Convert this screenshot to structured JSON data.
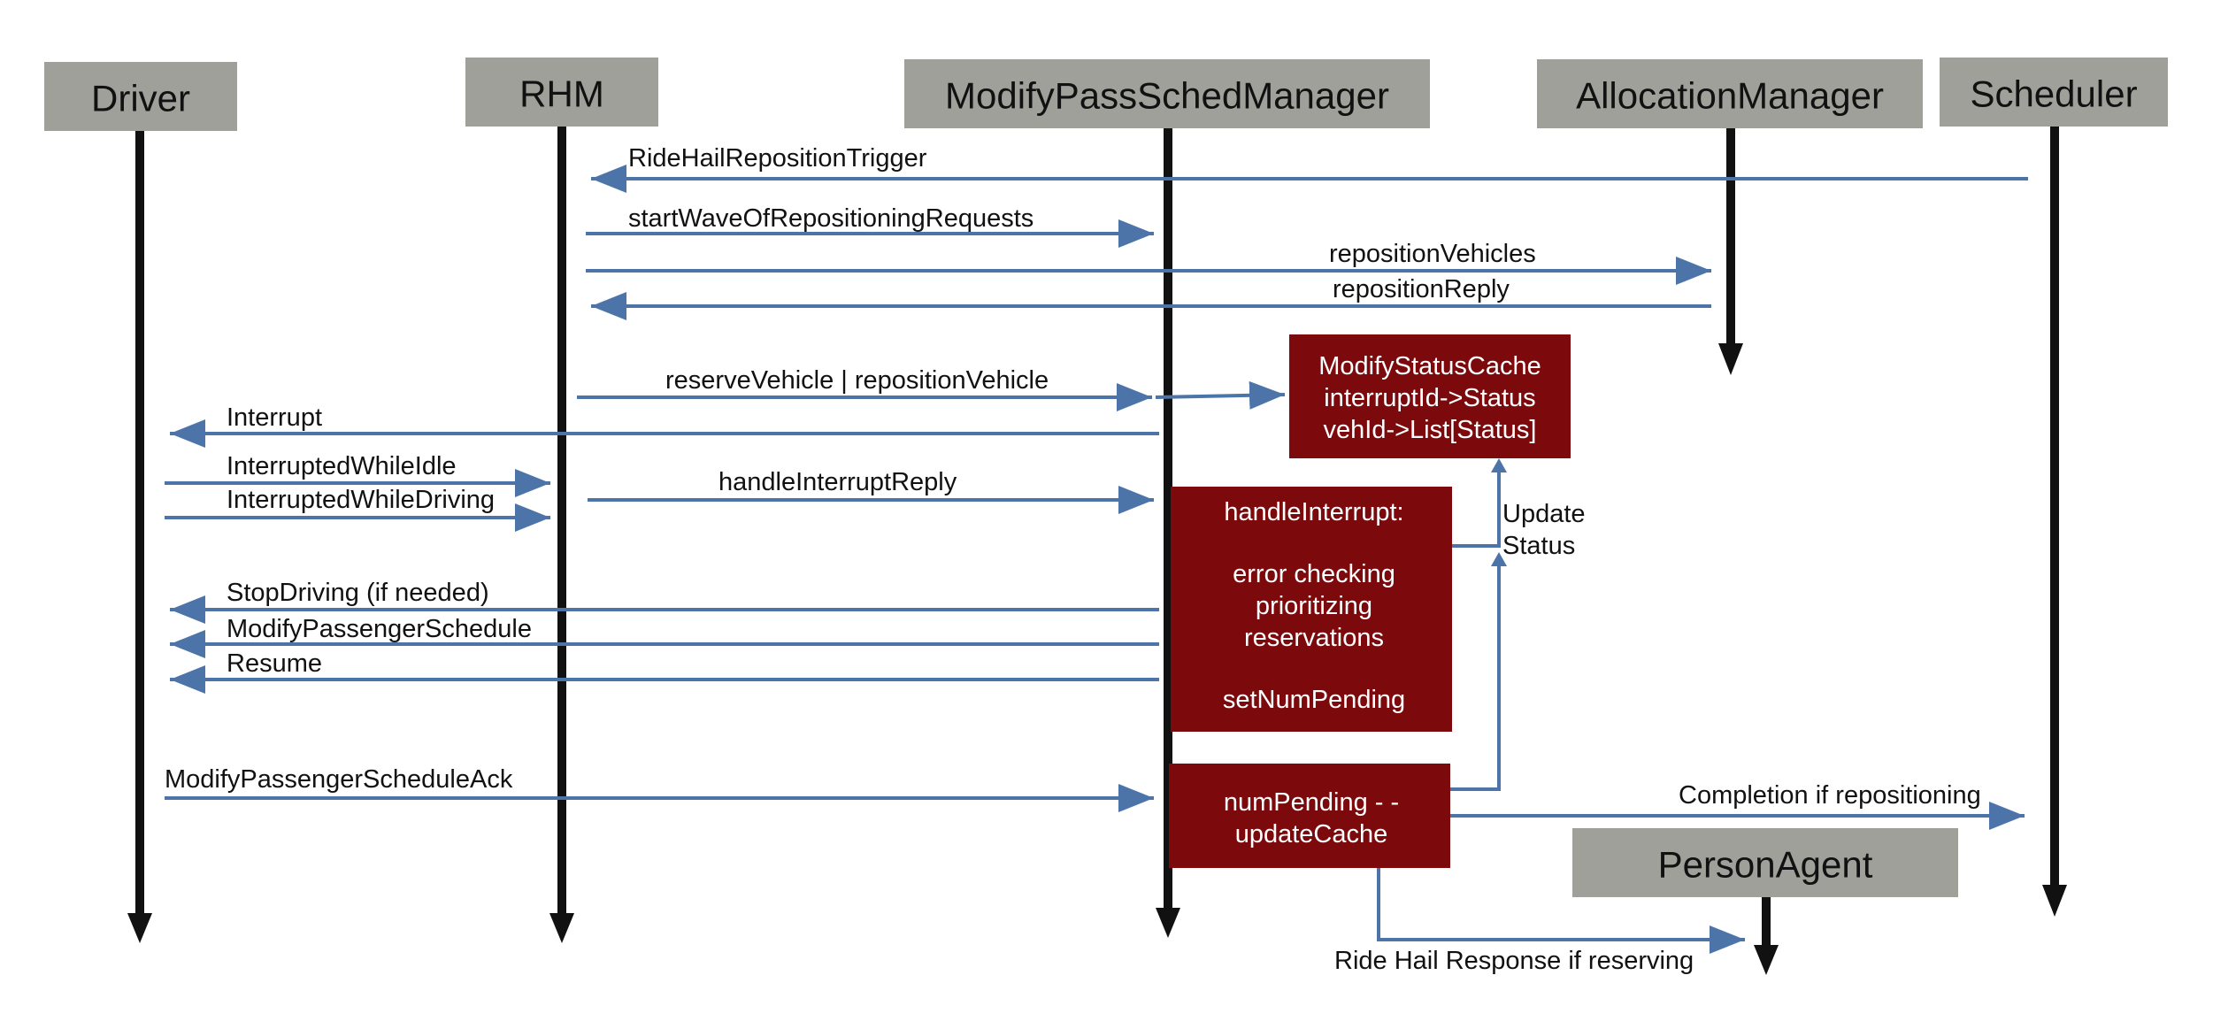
{
  "colors": {
    "actor_fill": "#a0a09b",
    "lifeline": "#111111",
    "message": "#4d74a8",
    "process_fill": "#7c0a0d",
    "process_text": "#ffffff"
  },
  "actors": {
    "driver": "Driver",
    "rhm": "RHM",
    "modify": "ModifyPassSchedManager",
    "allocation": "AllocationManager",
    "scheduler": "Scheduler",
    "person": "PersonAgent"
  },
  "messages": {
    "trigger": "RideHailRepositionTrigger",
    "start_wave": "startWaveOfRepositioningRequests",
    "reposition_vehicles": "repositionVehicles",
    "reposition_reply": "repositionReply",
    "reserve_reposition": "reserveVehicle | repositionVehicle",
    "interrupt": "Interrupt",
    "interrupted_idle": "InterruptedWhileIdle",
    "interrupted_driving": "InterruptedWhileDriving",
    "handle_interrupt_reply": "handleInterruptReply",
    "stop_driving": "StopDriving (if needed)",
    "modify_schedule": "ModifyPassengerSchedule",
    "resume": "Resume",
    "modify_schedule_ack": "ModifyPassengerScheduleAck",
    "completion": "Completion if repositioning",
    "ride_hail_response": "Ride Hail Response if reserving"
  },
  "notes": {
    "update": "Update",
    "status": "Status"
  },
  "boxes": {
    "status_cache": [
      "ModifyStatusCache",
      "interruptId->Status",
      "vehId->List[Status]"
    ],
    "handle_interrupt": [
      "handleInterrupt:",
      "",
      "error checking",
      "prioritizing",
      "reservations",
      "",
      "setNumPending"
    ],
    "num_pending": [
      "numPending - -",
      "updateCache"
    ]
  }
}
